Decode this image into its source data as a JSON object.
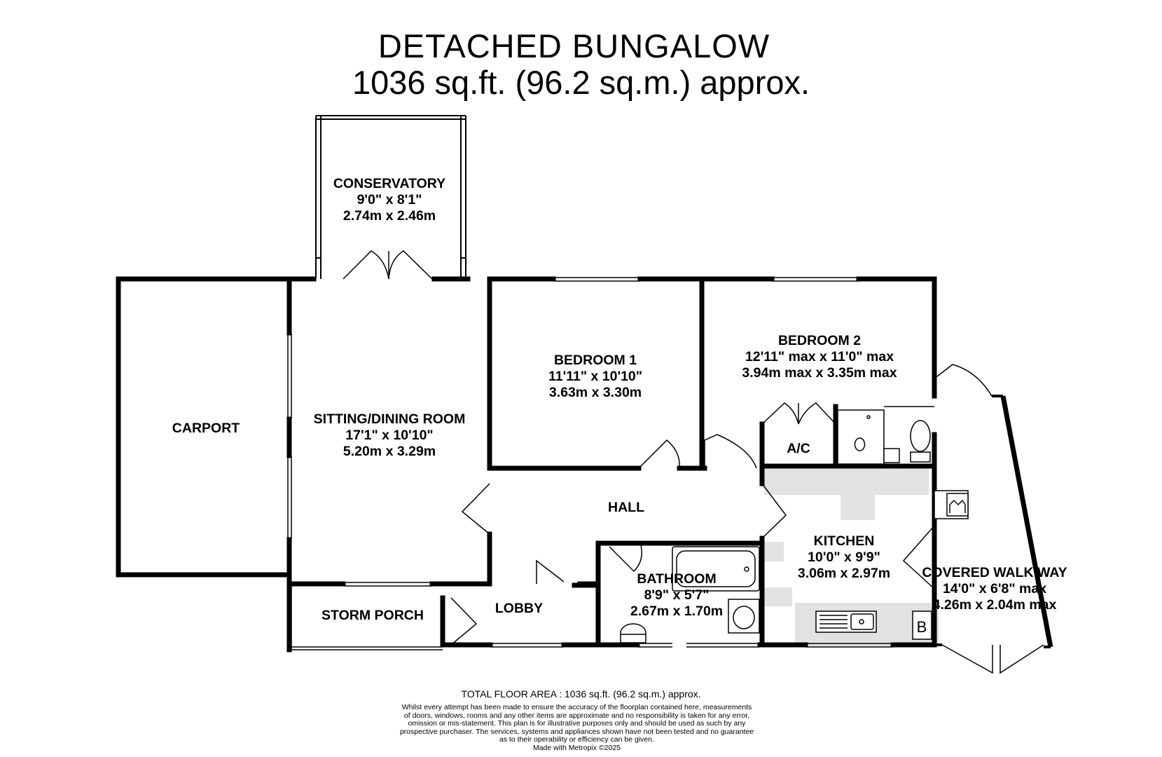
{
  "header": {
    "title": "DETACHED BUNGALOW",
    "area": "1036 sq.ft. (96.2 sq.m.) approx."
  },
  "rooms": {
    "conservatory": {
      "name": "CONSERVATORY",
      "imperial": "9'0\"  x 8'1\"",
      "metric": "2.74m  x 2.46m"
    },
    "carport": {
      "name": "CARPORT"
    },
    "sitting": {
      "name": "SITTING/DINING ROOM",
      "imperial": "17'1\"  x 10'10\"",
      "metric": "5.20m  x 3.29m"
    },
    "bedroom1": {
      "name": "BEDROOM 1",
      "imperial": "11'11\"  x 10'10\"",
      "metric": "3.63m  x 3.30m"
    },
    "bedroom2": {
      "name": "BEDROOM 2",
      "imperial": "12'11\" max x 11'0\" max",
      "metric": "3.94m max x 3.35m max"
    },
    "ac": {
      "name": "A/C"
    },
    "hall": {
      "name": "HALL"
    },
    "kitchen": {
      "name": "KITCHEN",
      "imperial": "10'0\"  x 9'9\"",
      "metric": "3.06m  x 2.97m"
    },
    "bathroom": {
      "name": "BATHROOM",
      "imperial": "8'9\"  x 5'7\"",
      "metric": "2.67m  x 1.70m"
    },
    "walkway": {
      "name": "COVERED WALK WAY",
      "imperial": "14'0\"  x 6'8\" max",
      "metric": "4.26m  x 2.04m max"
    },
    "storm_porch": {
      "name": "STORM PORCH"
    },
    "lobby": {
      "name": "LOBBY"
    },
    "boiler": {
      "name": "B"
    }
  },
  "footer": {
    "total": "TOTAL FLOOR AREA : 1036 sq.ft. (96.2 sq.m.) approx.",
    "disclaimer": [
      "Whilst every attempt has been made to ensure the accuracy of the floorplan contained here, measurements",
      "of doors, windows, rooms and any other items are approximate and no responsibility is taken for any error,",
      "omission or mis-statement. This plan is for illustrative purposes only and should be used as such by any",
      "prospective purchaser. The services, systems and appliances shown have not been tested and no guarantee",
      "as to their operability or efficiency can be given."
    ],
    "credit": "Made with Metropix ©2025"
  },
  "colors": {
    "wall": "#000000",
    "kitchen_floor": "#e0e0e0",
    "background": "#ffffff"
  }
}
